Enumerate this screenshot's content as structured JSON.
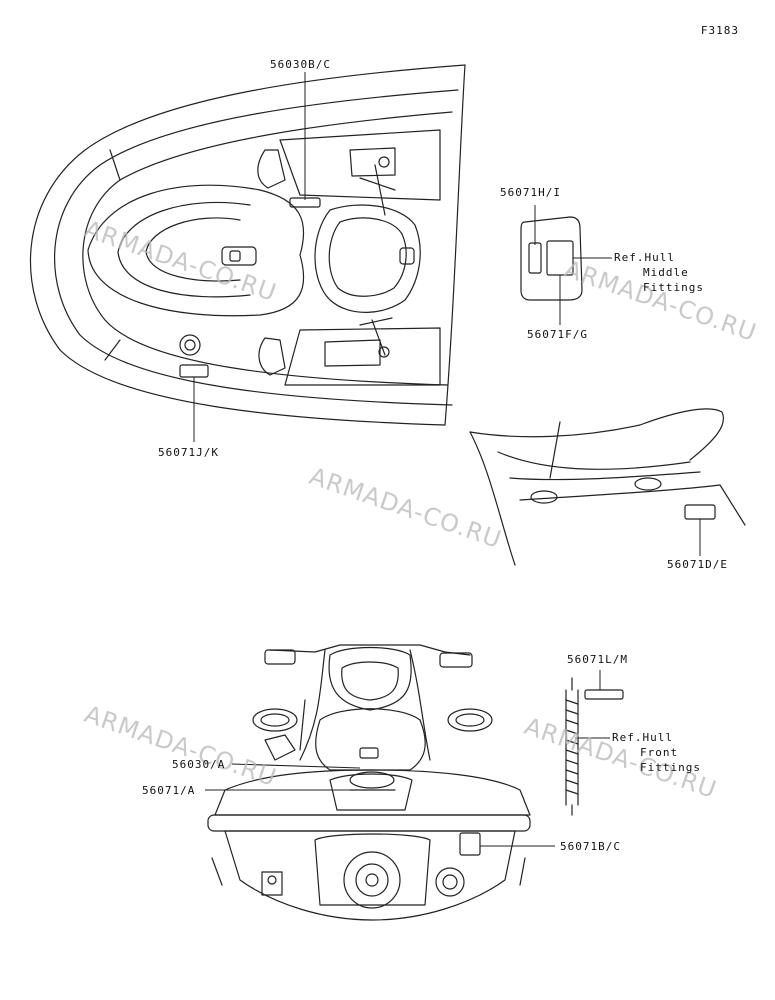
{
  "figure_id": "F3183",
  "watermark": "ARMADA-CO.RU",
  "callouts": {
    "c56030bc": "56030B/C",
    "c56071hi": "56071H/I",
    "c56071fg": "56071F/G",
    "c56071jk": "56071J/K",
    "c56071de": "56071D/E",
    "c56071lm": "56071L/M",
    "c56030a": "56030/A",
    "c56071a": "56071/A",
    "c56071bc": "56071B/C"
  },
  "references": {
    "middle_1": "Ref.Hull",
    "middle_2": "Middle",
    "middle_3": "Fittings",
    "front_1": "Ref.Hull",
    "front_2": "Front",
    "front_3": "Fittings"
  }
}
